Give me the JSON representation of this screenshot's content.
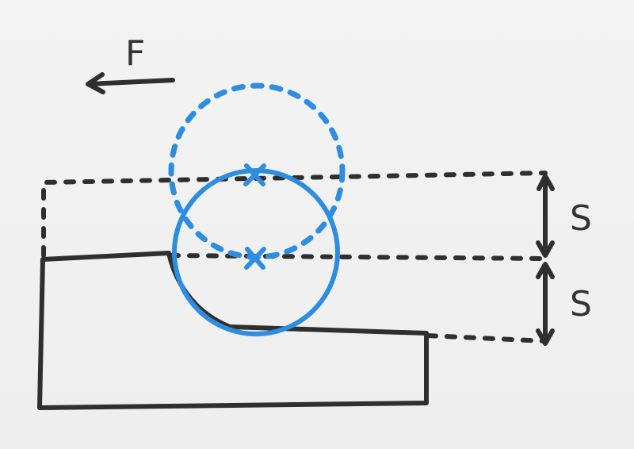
{
  "labels": {
    "force": "F",
    "distance_upper": "S",
    "distance_lower": "S"
  },
  "colors": {
    "paper": "#f1f1f1",
    "ink_black": "#2f2f2f",
    "ink_blue": "#2d8de0"
  }
}
